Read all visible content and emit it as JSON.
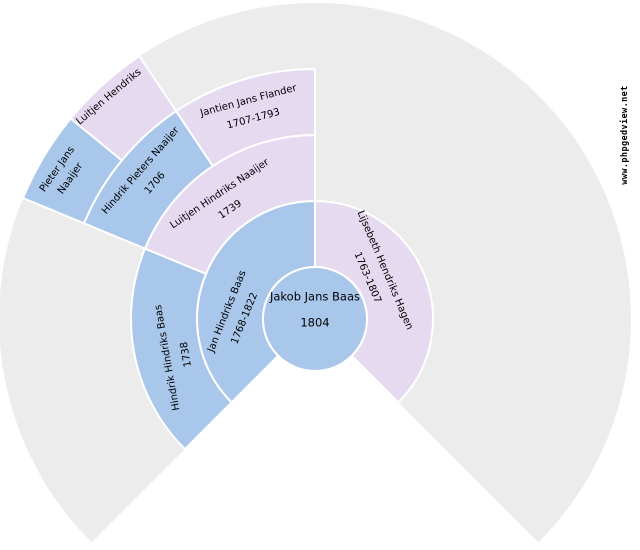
{
  "watermark": "www.phpgedview.net",
  "chart": {
    "type": "fan-pedigree",
    "generations": 5,
    "fan_degrees": 270,
    "colors": {
      "male": "#a9c7eb",
      "female": "#e6daf1",
      "empty": "#ececec",
      "divider": "#ffffff",
      "text": "#000000"
    },
    "center": {
      "name": "Jakob Jans Baas",
      "dates": "1804"
    },
    "sectors": [
      {
        "relation": "father",
        "name": "Jan Hindriks Baas",
        "dates": "1768-1822",
        "sex": "male"
      },
      {
        "relation": "mother",
        "name": "Lijsebeth Hendriks Hagen",
        "dates": "1763-1807",
        "sex": "female"
      },
      {
        "relation": "paternal-grandfather",
        "name": "Hindrik Hindriks Baas",
        "dates": "1738",
        "sex": "male"
      },
      {
        "relation": "paternal-grandmother",
        "name": "Luitjen Hindriks Naaijer",
        "dates": "1739",
        "sex": "female"
      },
      {
        "relation": "great-grandfather",
        "name": "Hindrik Pieters Naaijer",
        "dates": "1706",
        "sex": "male"
      },
      {
        "relation": "great-grandmother",
        "name": "Jantien Jans Flander",
        "dates": "1707-1793",
        "sex": "female"
      },
      {
        "relation": "great-great-grandfather",
        "name": "Pieter Jans Naaijer",
        "dates": "",
        "sex": "male"
      },
      {
        "relation": "great-great-grandmother",
        "name": "Luitjen Hendriks",
        "dates": "",
        "sex": "female"
      }
    ]
  }
}
